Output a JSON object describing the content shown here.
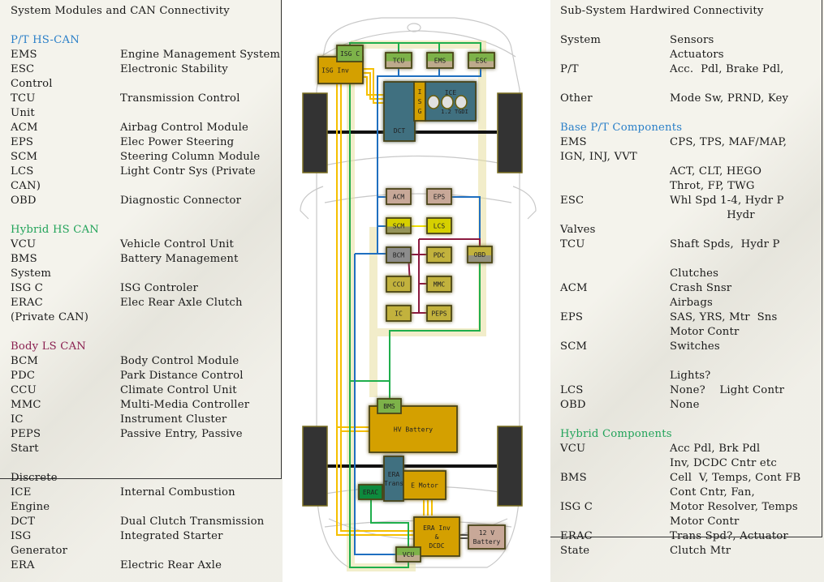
{
  "left": {
    "title": "System Modules and CAN Connectivity",
    "sections": [
      {
        "header": "P/T HS-CAN",
        "color": "#2a7fc8",
        "rows": [
          [
            "EMS",
            "Engine Management System"
          ],
          [
            "ESC",
            "Electronic Stability"
          ],
          [
            "Control",
            ""
          ],
          [
            "TCU",
            "Transmission Control"
          ],
          [
            "Unit",
            ""
          ],
          [
            "ACM",
            "Airbag Control Module"
          ],
          [
            "EPS",
            "Elec Power Steering"
          ],
          [
            "SCM",
            "Steering Column Module"
          ],
          [
            "LCS",
            "Light Contr Sys (Private"
          ],
          [
            "CAN)",
            ""
          ],
          [
            "OBD",
            "Diagnostic Connector"
          ]
        ]
      },
      {
        "header": "Hybrid HS CAN",
        "color": "#22a35a",
        "rows": [
          [
            "VCU",
            "Vehicle Control Unit"
          ],
          [
            "BMS",
            "Battery Management"
          ],
          [
            "System",
            ""
          ],
          [
            "ISG C",
            "ISG Controler"
          ],
          [
            "ERAC",
            "Elec Rear Axle Clutch"
          ],
          [
            "(Private CAN)",
            ""
          ]
        ]
      },
      {
        "header": "Body LS CAN",
        "color": "#8a2050",
        "rows": [
          [
            "BCM",
            "Body Control Module"
          ],
          [
            "PDC",
            "Park Distance Control"
          ],
          [
            "CCU",
            "Climate Control Unit"
          ],
          [
            "MMC",
            "Multi-Media Controller"
          ],
          [
            "IC",
            "Instrument Cluster"
          ],
          [
            "PEPS",
            "Passive Entry, Passive"
          ],
          [
            "Start",
            ""
          ]
        ]
      },
      {
        "header": "Discrete",
        "color": "#1a1a1a",
        "rows": [
          [
            "ICE",
            "Internal Combustion"
          ],
          [
            "Engine",
            ""
          ],
          [
            "DCT",
            "Dual Clutch Transmission"
          ],
          [
            "ISG",
            "Integrated Starter"
          ],
          [
            "Generator",
            ""
          ],
          [
            "ERA",
            "Electric Rear Axle"
          ]
        ]
      }
    ]
  },
  "right": {
    "title": "Sub-System Hardwired Connectivity",
    "intro_rows": [
      [
        "System",
        "Sensors"
      ],
      [
        "",
        "Actuators"
      ],
      [
        "P/T",
        "Acc.  Pdl, Brake Pdl,"
      ],
      [
        "",
        ""
      ],
      [
        "Other",
        "Mode Sw, PRND, Key"
      ]
    ],
    "sections": [
      {
        "header": "Base P/T Components",
        "color": "#2a7fc8",
        "rows": [
          [
            "EMS",
            "CPS, TPS, MAF/MAP,"
          ],
          [
            "IGN, INJ, VVT",
            ""
          ],
          [
            "",
            "ACT, CLT, HEGO"
          ],
          [
            "",
            "Throt, FP, TWG"
          ],
          [
            "ESC",
            "Whl Spd 1-4, Hydr P"
          ],
          [
            "",
            "                Hydr"
          ],
          [
            "Valves",
            ""
          ],
          [
            "TCU",
            "Shaft Spds,  Hydr P"
          ],
          [
            "",
            ""
          ],
          [
            "",
            "Clutches"
          ],
          [
            "ACM",
            "Crash Snsr"
          ],
          [
            "",
            "Airbags"
          ],
          [
            "EPS",
            "SAS, YRS, Mtr  Sns"
          ],
          [
            "",
            "Motor Contr"
          ],
          [
            "SCM",
            "Switches"
          ],
          [
            "",
            ""
          ],
          [
            "",
            "Lights?"
          ],
          [
            "LCS",
            "None?    Light Contr"
          ],
          [
            "OBD",
            "None"
          ]
        ]
      },
      {
        "header": "Hybrid Components",
        "color": "#22a35a",
        "rows": [
          [
            "VCU",
            "Acc Pdl, Brk Pdl"
          ],
          [
            "",
            "Inv, DCDC Cntr etc"
          ],
          [
            "BMS",
            "Cell  V, Temps, Cont FB"
          ],
          [
            "",
            "Cont Cntr, Fan,"
          ],
          [
            "ISG C",
            "Motor Resolver, Temps"
          ],
          [
            "",
            "Motor Contr"
          ],
          [
            "ERAC",
            "Trans Spd?, Actuator"
          ],
          [
            "State",
            "Clutch Mtr"
          ]
        ]
      }
    ]
  },
  "diagram": {
    "colors": {
      "pt_can": "#1f6fc0",
      "hybrid_can": "#1fae4c",
      "body_can": "#8b1a40",
      "private_can": "#f0e000",
      "hv_power": "#f5bf00",
      "box_hybrid": "#7db24a",
      "box_gold": "#d4a000",
      "box_teal": "#3f6f80",
      "box_olive": "#c2b23c",
      "box_tan": "#c8a898",
      "box_yellow": "#d6d000",
      "box_grey": "#8c8c8c",
      "box_dkgreen": "#0f8a3c",
      "wheel": "#333333"
    },
    "labels": {
      "isg_c": "ISG C",
      "isg_inv": "ISG Inv",
      "tcu": "TCU",
      "ems": "EMS",
      "esc": "ESC",
      "isg": "I S G",
      "ice": "ICE",
      "ice_sub": "1.2 TGDI",
      "dct": "DCT",
      "acm": "ACM",
      "eps": "EPS",
      "scm": "SCM",
      "lcs": "LCS",
      "bcm": "BCM",
      "pdc": "PDC",
      "obd": "OBD",
      "ccu": "CCU",
      "mmc": "MMC",
      "ic": "IC",
      "peps": "PEPS",
      "bms": "BMS",
      "hv_battery": "HV Battery",
      "era_trans_1": "ERA",
      "era_trans_2": "Trans",
      "e_motor": "E Motor",
      "erac": "ERAC",
      "era_inv_1": "ERA Inv",
      "era_inv_2": "&",
      "era_inv_3": "DCDC",
      "batt12_1": "12 V",
      "batt12_2": "Battery",
      "vcu": "VCU"
    }
  }
}
